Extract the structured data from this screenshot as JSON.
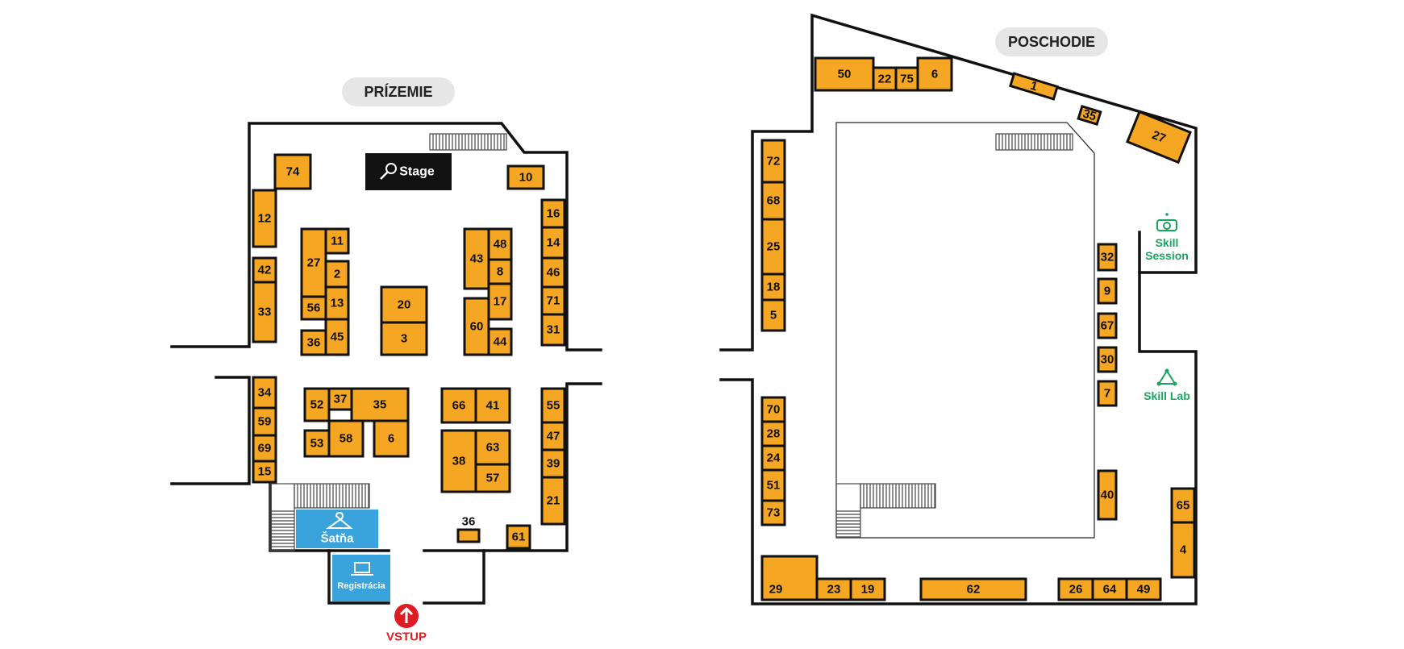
{
  "floors": {
    "ground_label": "PRÍZEMIE",
    "upper_label": "POSCHODIE"
  },
  "facilities": {
    "stage": "Stage",
    "wardrobe": "Šatňa",
    "registration": "Registrácia",
    "entrance": "VSTUP",
    "skill_session_line1": "Skill",
    "skill_session_line2": "Session",
    "skill_lab": "Skill Lab"
  },
  "colors": {
    "booth": "#f5a623",
    "stage": "#111111",
    "service": "#3aa3dc",
    "entrance": "#e11b22",
    "skill": "#19a45f",
    "pill": "#e6e6e6"
  },
  "icons": {
    "stage": "microphone-icon",
    "wardrobe": "hanger-icon",
    "registration": "laptop-icon",
    "entrance": "arrow-up-icon",
    "skill_session": "projector-icon",
    "skill_lab": "network-icon"
  },
  "ground_booths": [
    "74",
    "12",
    "42",
    "33",
    "10",
    "16",
    "14",
    "46",
    "71",
    "31",
    "27",
    "11",
    "2",
    "56",
    "13",
    "36",
    "45",
    "20",
    "3",
    "43",
    "48",
    "8",
    "60",
    "17",
    "44",
    "34",
    "59",
    "69",
    "15",
    "52",
    "37",
    "35",
    "53",
    "58",
    "6",
    "66",
    "41",
    "38",
    "63",
    "57",
    "55",
    "47",
    "39",
    "21",
    "36",
    "61"
  ],
  "upper_booths": [
    "50",
    "22",
    "75",
    "6",
    "1",
    "35",
    "27",
    "72",
    "68",
    "25",
    "18",
    "5",
    "70",
    "28",
    "24",
    "51",
    "73",
    "32",
    "9",
    "67",
    "30",
    "7",
    "40",
    "65",
    "4",
    "29",
    "23",
    "19",
    "62",
    "26",
    "64",
    "49"
  ]
}
